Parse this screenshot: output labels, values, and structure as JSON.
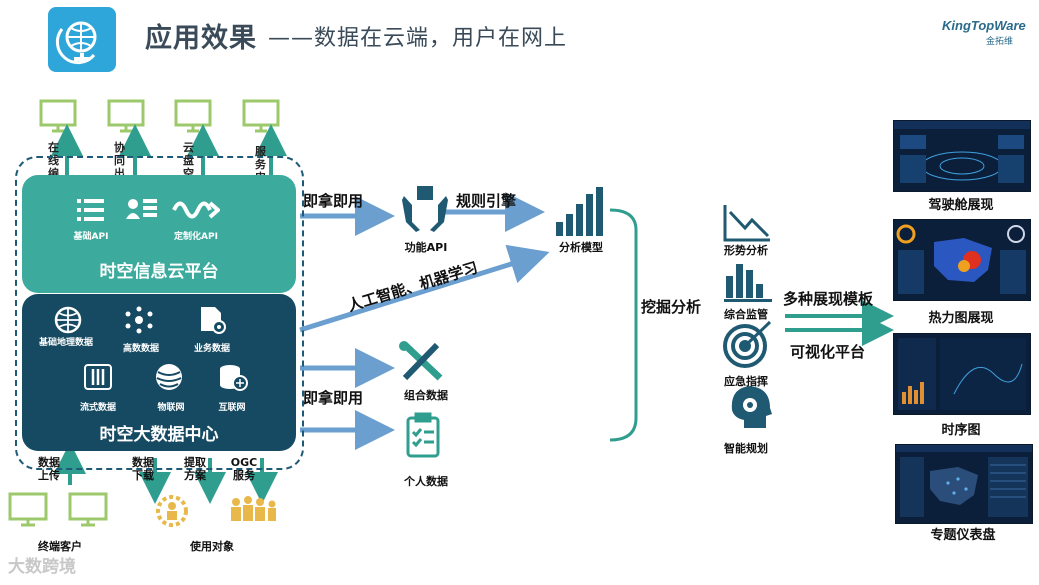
{
  "header": {
    "title_main": "应用效果",
    "title_sub": "——数据在云端，用户在网上",
    "brand_name": "KingTopWare",
    "brand_cn": "金拓维"
  },
  "services": [
    "在线编辑",
    "协同出图",
    "云盘空间",
    "服务申请"
  ],
  "cloud_platform": {
    "title": "时空信息云平台",
    "icons": [
      {
        "label": "基础API",
        "icon": "list-icon"
      },
      {
        "label": "",
        "icon": "user-card-icon"
      },
      {
        "label": "定制化API",
        "icon": "wave-icon"
      }
    ]
  },
  "data_center": {
    "title": "时空大数据中心",
    "icons": [
      {
        "label": "基础地理数据",
        "icon": "globe-icon"
      },
      {
        "label": "高数数据",
        "icon": "network-icon"
      },
      {
        "label": "业务数据",
        "icon": "document-gear-icon"
      },
      {
        "label": "流式数据",
        "icon": "stream-icon"
      },
      {
        "label": "物联网",
        "icon": "iot-icon"
      },
      {
        "label": "互联网",
        "icon": "internet-icon"
      }
    ]
  },
  "bottom": {
    "flows": [
      "数据上传",
      "数据下载",
      "提取方案",
      "OGC服务"
    ],
    "terminal_label": "终端客户",
    "users_label": "使用对象"
  },
  "middle": {
    "arrow_top": "即拿即用",
    "arrow_engine": "规则引擎",
    "arrow_ai": "人工智能、机器学习",
    "arrow_bottom": "即拿即用",
    "nodes": [
      {
        "label": "功能API",
        "icon": "hands-box-icon"
      },
      {
        "label": "分析模型",
        "icon": "bar-chart-icon"
      },
      {
        "label": "组合数据",
        "icon": "tools-icon"
      },
      {
        "label": "个人数据",
        "icon": "clipboard-icon"
      }
    ]
  },
  "analysis": {
    "label": "挖掘分析",
    "items": [
      {
        "label": "形势分析",
        "icon": "trend-down-icon"
      },
      {
        "label": "综合监管",
        "icon": "bars-icon"
      },
      {
        "label": "应急指挥",
        "icon": "target-icon"
      },
      {
        "label": "智能规划",
        "icon": "head-gear-icon"
      }
    ]
  },
  "output": {
    "label_top": "多种展现模板",
    "label_bottom": "可视化平台",
    "panels": [
      "驾驶舱展现",
      "热力图展现",
      "时序图",
      "专题仪表盘"
    ]
  },
  "watermark": "大数跨境",
  "colors": {
    "teal": "#3cab9d",
    "navy": "#164a62",
    "arrow_blue": "#6a9fd0",
    "monitor_green": "#9cc96b",
    "icon_teal": "#2f9e8f"
  }
}
